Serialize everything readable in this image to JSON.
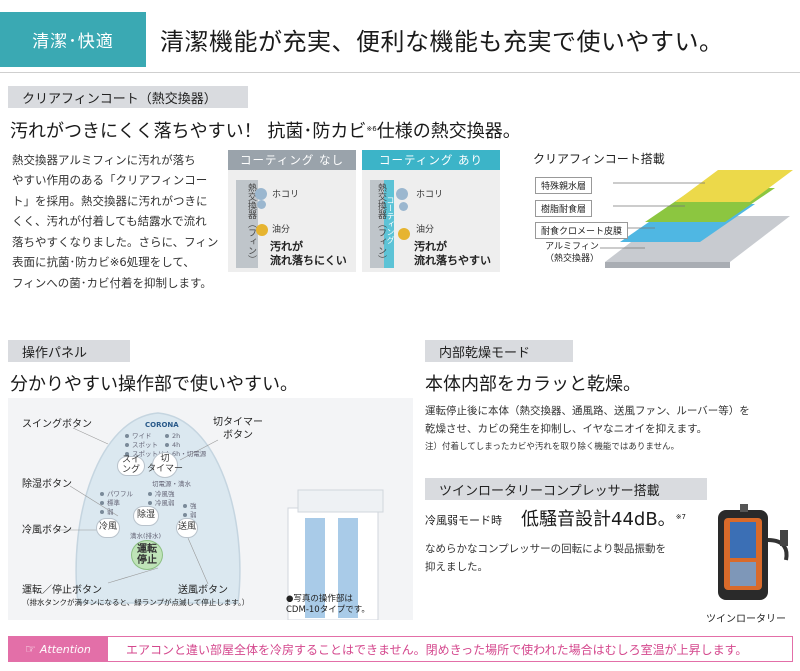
{
  "header": {
    "tag": "清潔･快適",
    "title": "清潔機能が充実、便利な機能も充実で使いやすい。"
  },
  "clearfin": {
    "label": "クリアフィンコート（熱交換器）",
    "headline": "汚れがつきにくく落ちやすい！ 抗菌･防カビ",
    "headline_sup": "※6",
    "headline_end": "仕様の熱交換器。",
    "body_lines": [
      "熱交換器アルミフィンに汚れが落ち",
      "やすい作用のある「クリアフィンコー",
      "ト」を採用。熱交換器に汚れがつきに",
      "くく、汚れが付着しても結露水で流れ",
      "落ちやすくなりました。さらに、フィン",
      "表面に抗菌･防カビ※6処理をして、",
      "フィンへの菌･カビ付着を抑制します。"
    ],
    "panel_without": {
      "head": "コーティング なし",
      "fin_label": "熱交換器（フィン）",
      "dust": "ホコリ",
      "oil": "油分",
      "note_1": "汚れが",
      "note_2": "流れ落ちにくい"
    },
    "panel_with": {
      "head": "コーティング あり",
      "fin_label": "熱交換器（フィン）",
      "coating": "コーティング",
      "dust": "ホコリ",
      "oil": "油分",
      "note_1": "汚れが",
      "note_2": "流れ落ちやすい"
    },
    "layers": {
      "title": "クリアフィンコート搭載",
      "layer_1": "特殊親水層",
      "layer_2": "樹脂耐食層",
      "layer_3": "耐食クロメート皮膜",
      "base_1": "アルミフィン",
      "base_2": "（熱交換器）"
    },
    "colors": {
      "tag": "#3aa9b3",
      "without_head": "#9aa3ab",
      "with_head": "#3cb4c8",
      "layer_yellow": "#ecd94a",
      "layer_green": "#8cc640",
      "layer_blue": "#4fb7e3",
      "layer_gray": "#c8cbd0"
    }
  },
  "panel": {
    "label": "操作パネル",
    "headline": "分かりやすい操作部で使いやすい。",
    "brand": "CORONA",
    "labels": {
      "swing": "スイングボタン",
      "timer": "切タイマー\nボタン",
      "dehumid": "除湿ボタン",
      "cool": "冷風ボタン",
      "power": "運転／停止ボタン",
      "power_note": "（排水タンクが満タンになると、緑ランプが点滅して停止します。）",
      "fan": "送風ボタン"
    },
    "buttons": {
      "swing": "スイング",
      "timer": "切\nタイマー",
      "dehumid": "除湿",
      "cool": "冷風",
      "fan": "送風",
      "power": "運転\n停止"
    },
    "small": {
      "swing_opts": [
        "ワイド",
        "スポット",
        "スポットリム"
      ],
      "timer_opts": [
        "2h",
        "4h",
        "6h・切電源"
      ],
      "dehumid_opts": [
        "パワフル",
        "標準",
        "弱"
      ],
      "cool_opts": [
        "冷風強",
        "冷風弱"
      ],
      "fan_opts": [
        "強",
        "弱"
      ],
      "timer_caption": "切電源・満水",
      "tank_caption": "満水(排水)"
    },
    "photo_note_1": "●写真の操作部は",
    "photo_note_2": "CDM-10タイプです。",
    "colors": {
      "panel_face": "#dbe8f0",
      "power_button": "#bfe3b8",
      "unit_blue": "#a9cbe8"
    }
  },
  "dry": {
    "label": "内部乾燥モード",
    "headline": "本体内部をカラッと乾燥。",
    "body_1": "運転停止後に本体（熱交換器、通風路、送風ファン、ルーバー等）を",
    "body_2": "乾燥させ、カビの発生を抑制し、イヤなニオイを抑えます。",
    "note": "注）付着してしまったカビや汚れを取り除く機能ではありません。"
  },
  "compressor": {
    "label": "ツインロータリーコンプレッサー搭載",
    "mode": "冷風弱モード時",
    "headline": "低騒音設計44dB。",
    "headline_sup": "※7",
    "body_1": "なめらかなコンプレッサーの回転により製品振動を",
    "body_2": "抑えました。",
    "caption": "ツインロータリー"
  },
  "attention": {
    "tag": "Attention",
    "text": "エアコンと違い部屋全体を冷房することはできません。閉めきった場所で使われた場合はむしろ室温が上昇します。",
    "color": "#e36fa8"
  }
}
